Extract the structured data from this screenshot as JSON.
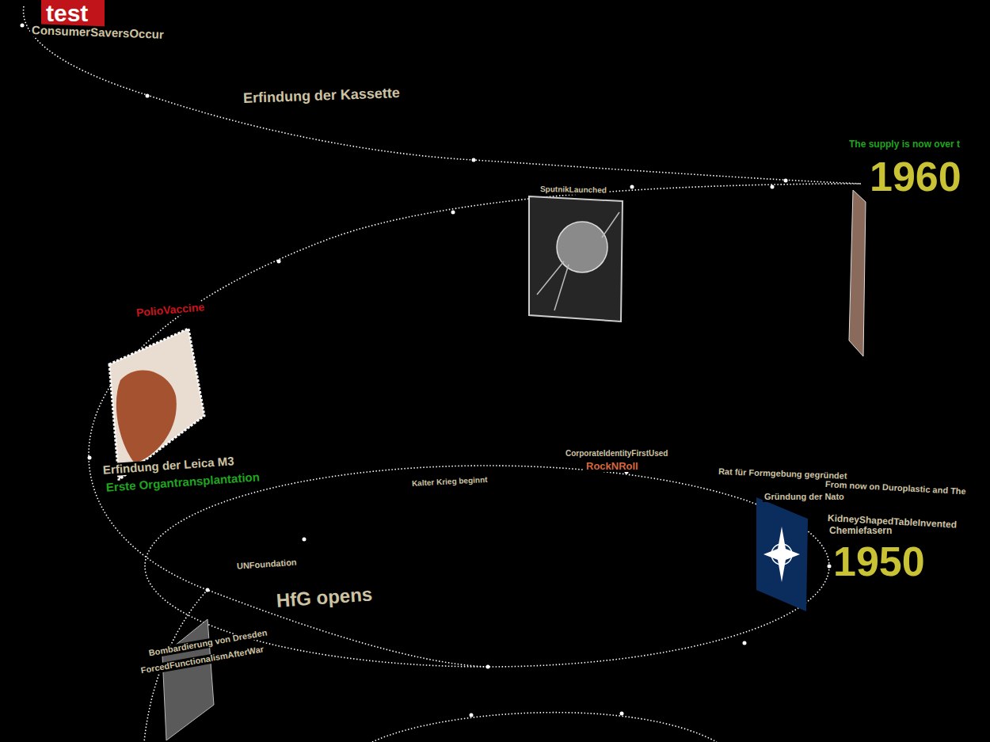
{
  "diagram": {
    "labels": [
      "test",
      "ConsumerSaversOccur",
      "Erfindung der Kassette",
      "The supply is now over t",
      "1960",
      "SputnikLaunched",
      "PolioVaccine",
      "Erfindung der Leica M3",
      "Erste Organtransplantation",
      "CorporateIdentityFirstUsed",
      "RockNRoll",
      "Rat für Formgebung gegründet",
      "From now on Duroplastic and The",
      "Kalter Krieg beginnt",
      "Gründung der Nato",
      "KidneyShapedTableInvented",
      "Chemiefasern",
      "1950",
      "UNFoundation",
      "HfG opens",
      "Bombardierung von Dresden",
      "ForcedFunctionalismAfterWar"
    ]
  }
}
